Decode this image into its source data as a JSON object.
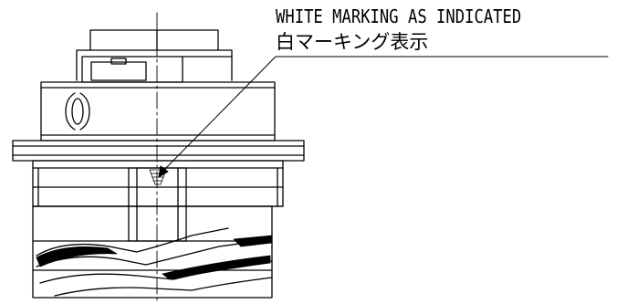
{
  "drawing": {
    "type": "engineering-drawing",
    "view": "side elevation of cylindrical connector",
    "line_color": "#000000",
    "background": "#ffffff"
  },
  "annotation": {
    "english": "WHITE MARKING AS INDICATED",
    "japanese": "白マーキング表示"
  }
}
